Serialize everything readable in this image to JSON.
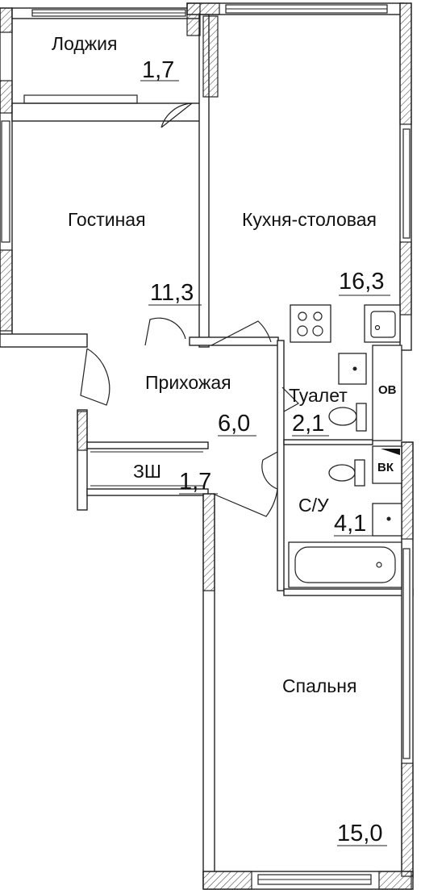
{
  "rooms": {
    "loggia": {
      "name": "Лоджия",
      "area": "1,7"
    },
    "living": {
      "name": "Гостиная",
      "area": "11,3"
    },
    "kitchen": {
      "name": "Кухня-столовая",
      "area": "16,3"
    },
    "hall": {
      "name": "Прихожая",
      "area": "6,0"
    },
    "wardrobe": {
      "name": "ЗШ",
      "area": "1,7"
    },
    "toilet": {
      "name": "Туалет",
      "area": "2,1"
    },
    "bathroom": {
      "name": "С/У",
      "area": "4,1"
    },
    "bedroom": {
      "name": "Спальня",
      "area": "15,0"
    }
  },
  "labels": {
    "ventilation": "ОВ",
    "water_meter": "ВК"
  },
  "icons": [
    "stove-icon",
    "sink-icon",
    "toilet-icon",
    "bathtub-icon",
    "washbasin-icon"
  ],
  "colors": {
    "line": "#222222",
    "background": "#ffffff"
  }
}
